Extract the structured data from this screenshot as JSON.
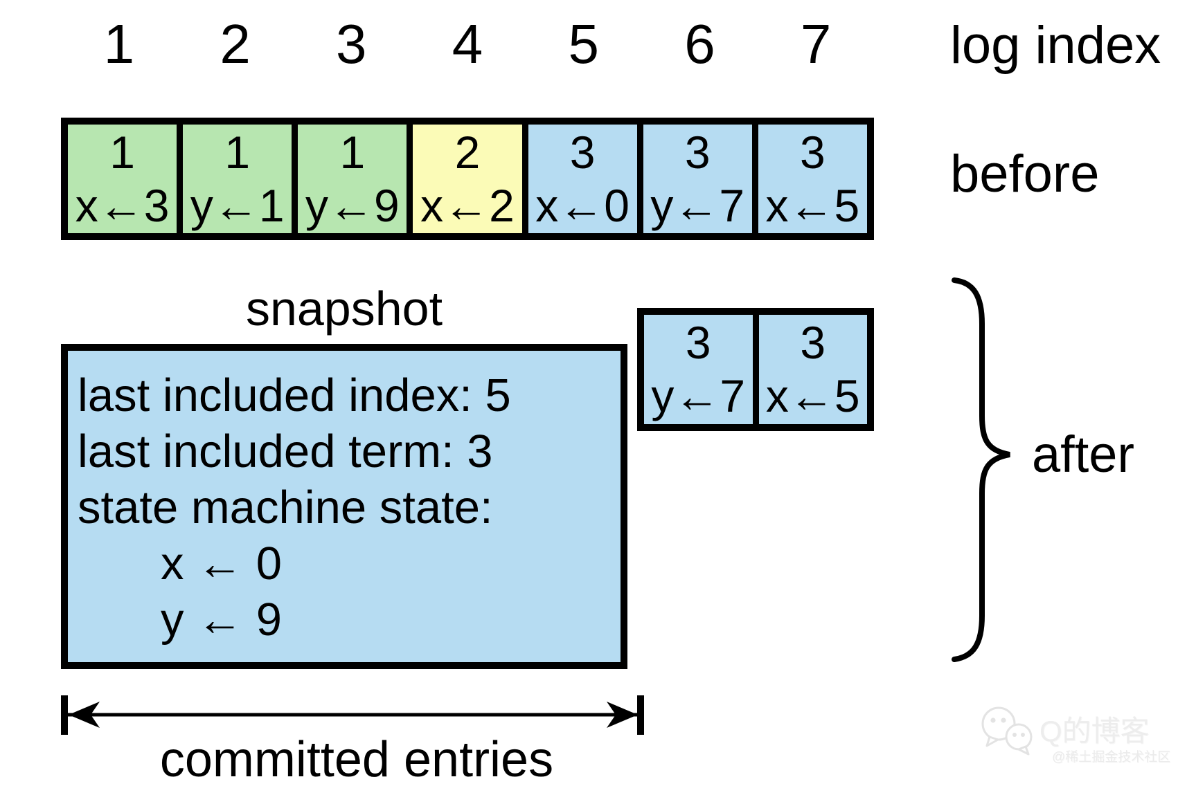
{
  "colors": {
    "green": "#b7e6b0",
    "yellow": "#fbfbb7",
    "blue": "#b6dcf2",
    "line": "#000000",
    "watermark": "#ededed"
  },
  "header": {
    "log_index_label": "log index",
    "indices": [
      "1",
      "2",
      "3",
      "4",
      "5",
      "6",
      "7"
    ]
  },
  "before_row": {
    "label": "before",
    "entries": [
      {
        "term": "1",
        "command": "x←3",
        "color": "green"
      },
      {
        "term": "1",
        "command": "y←1",
        "color": "green"
      },
      {
        "term": "1",
        "command": "y←9",
        "color": "green"
      },
      {
        "term": "2",
        "command": "x←2",
        "color": "yellow"
      },
      {
        "term": "3",
        "command": "x←0",
        "color": "blue"
      },
      {
        "term": "3",
        "command": "y←7",
        "color": "blue"
      },
      {
        "term": "3",
        "command": "x←5",
        "color": "blue"
      }
    ]
  },
  "snapshot": {
    "label": "snapshot",
    "lines": [
      "last included index: 5",
      "last included term: 3",
      "state machine state:"
    ],
    "state_lines": [
      "x ← 0",
      "y ← 9"
    ],
    "color": "blue"
  },
  "after_section": {
    "label": "after",
    "entries": [
      {
        "term": "3",
        "command": "y←7",
        "color": "blue"
      },
      {
        "term": "3",
        "command": "x←5",
        "color": "blue"
      }
    ]
  },
  "committed": {
    "label": "committed entries"
  },
  "watermark": {
    "title": "Q的博客",
    "subtitle": "@稀土掘金技术社区"
  }
}
